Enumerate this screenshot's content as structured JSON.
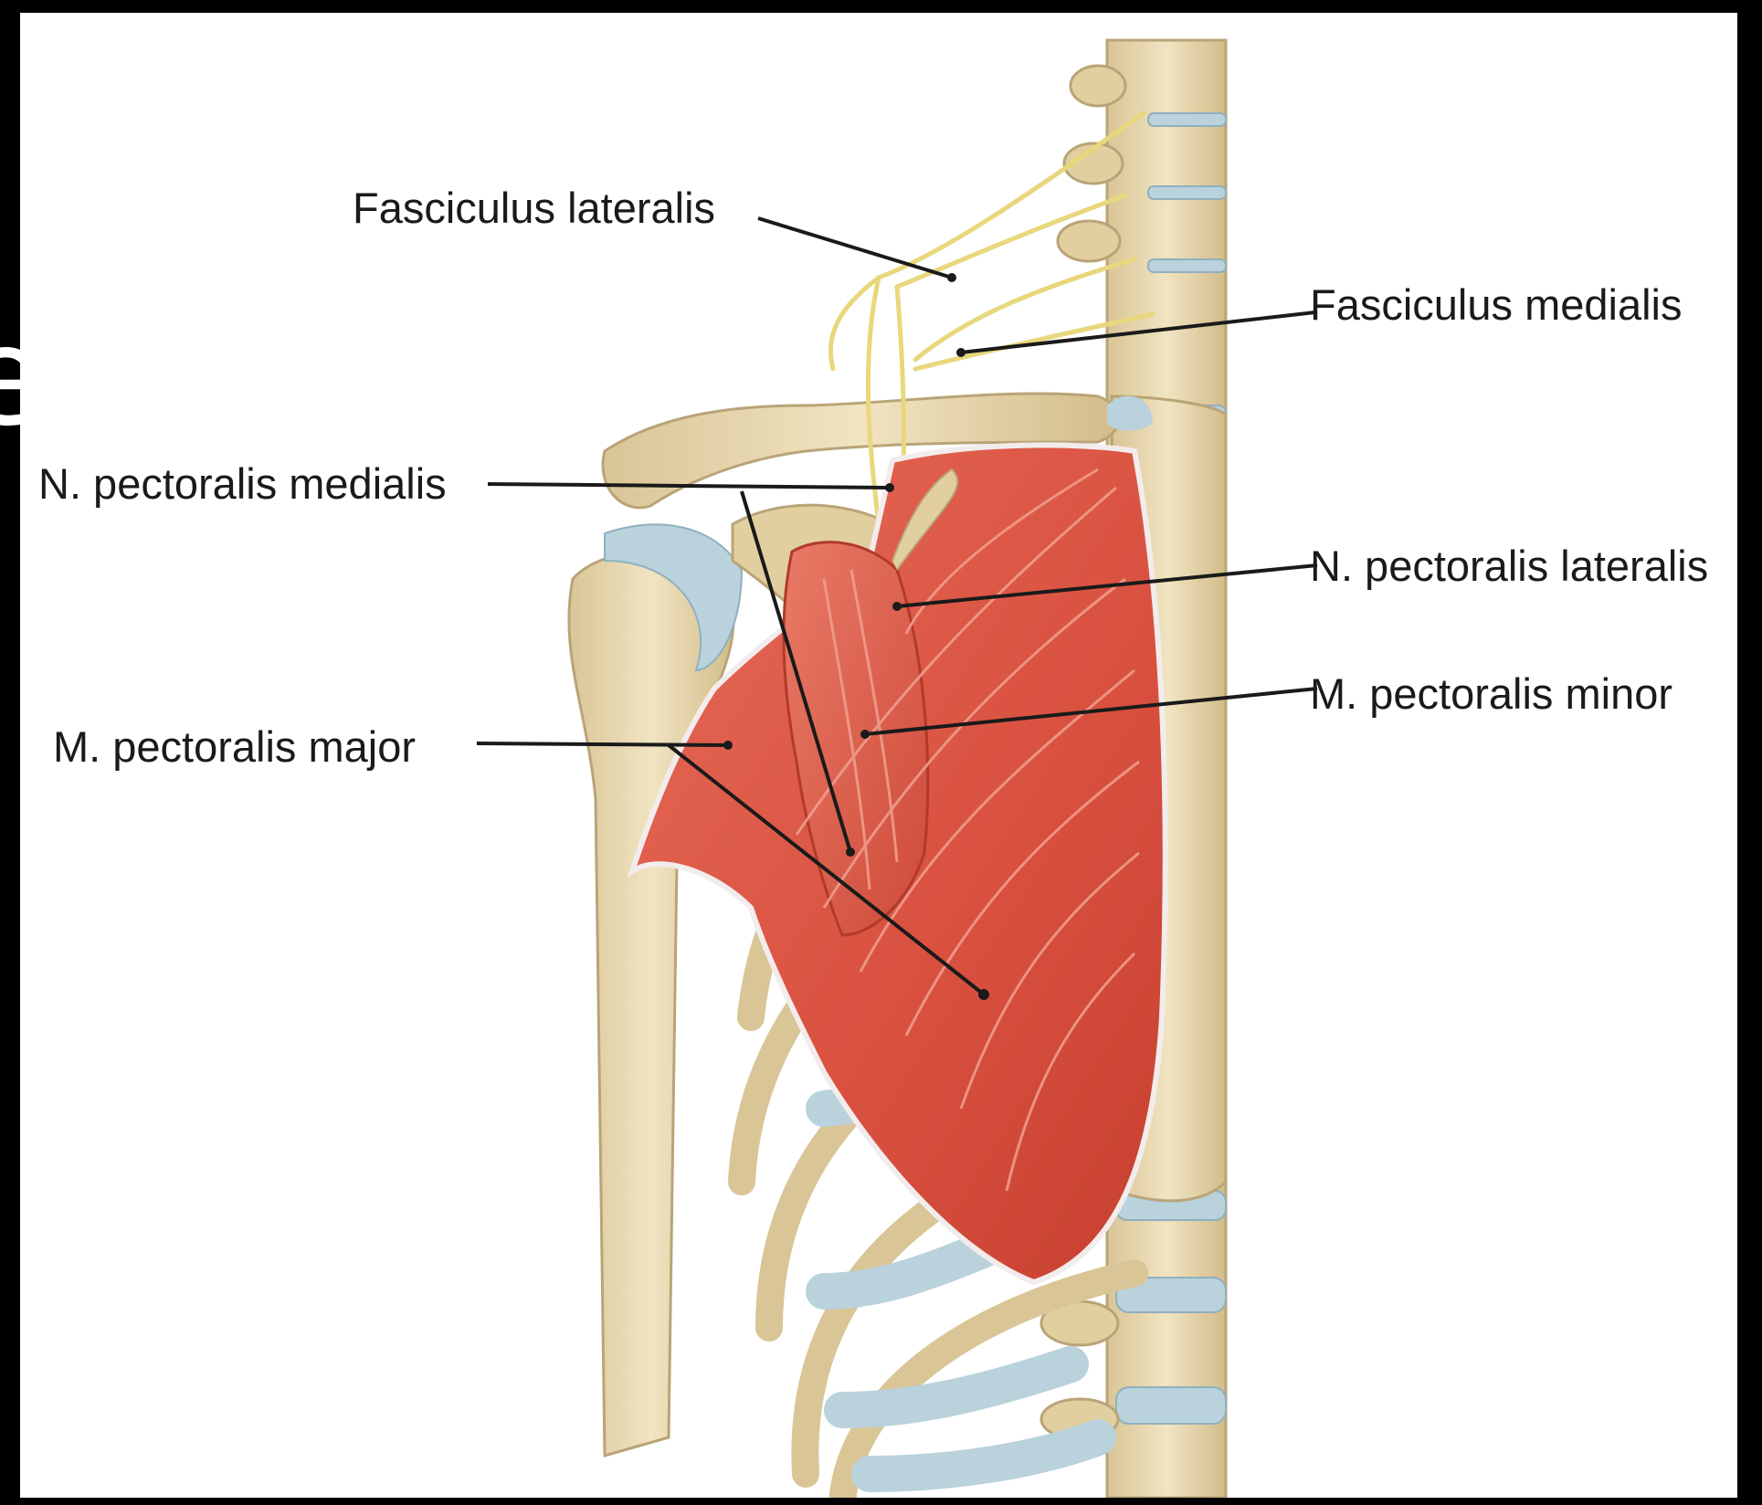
{
  "figure": {
    "background_color": "#ffffff",
    "frame_color": "#000000",
    "muscle_color": "#d9503f",
    "bone_color": "#ecdcb4",
    "cartilage_color": "#b9d2dc",
    "nerve_color": "#e8d77c"
  },
  "edge_text": "e",
  "labels": {
    "fasciculus_lateralis": "Fasciculus lateralis",
    "fasciculus_medialis": "Fasciculus medialis",
    "n_pectoralis_medialis": "N. pectoralis medialis",
    "n_pectoralis_lateralis": "N. pectoralis lateralis",
    "m_pectoralis_minor": "M. pectoralis minor",
    "m_pectoralis_major": "M. pectoralis major"
  }
}
